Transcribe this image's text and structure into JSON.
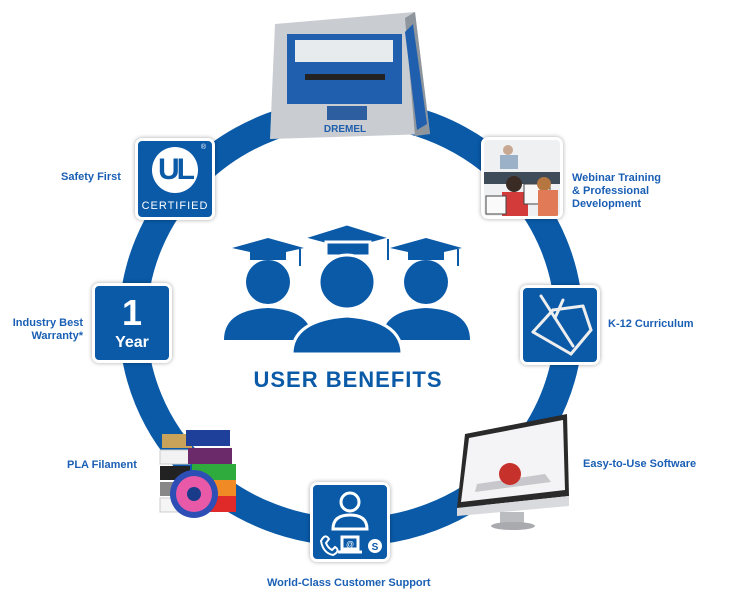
{
  "title": "USER BENEFITS",
  "colors": {
    "brand_blue": "#0a5aa8",
    "label_blue": "#1a5fb4",
    "background": "#ffffff"
  },
  "center_icon": "graduates-group-icon",
  "printer": {
    "brand": "DREMEL",
    "icon": "3d-printer-image"
  },
  "benefits": [
    {
      "label": "Safety First",
      "icon": "ul-certified-badge",
      "badge_text": "UL",
      "badge_sub": "CERTIFIED",
      "badge_mark": "®"
    },
    {
      "label": "Webinar Training & Professional Development",
      "lines": [
        "Webinar Training",
        "& Professional",
        "Development"
      ],
      "icon": "classroom-photo"
    },
    {
      "label": "K-12 Curriculum",
      "icon": "3d-printed-structure-icon"
    },
    {
      "label": "Easy-to-Use Software",
      "icon": "monitor-software-image"
    },
    {
      "label": "World-Class Customer Support",
      "icon": "customer-support-icon"
    },
    {
      "label": "PLA Filament",
      "icon": "filament-spools-image"
    },
    {
      "label": "Industry Best Warranty*",
      "lines": [
        "Industry Best",
        "Warranty*"
      ],
      "icon": "warranty-badge",
      "badge_number": "1",
      "badge_unit": "Year"
    }
  ]
}
